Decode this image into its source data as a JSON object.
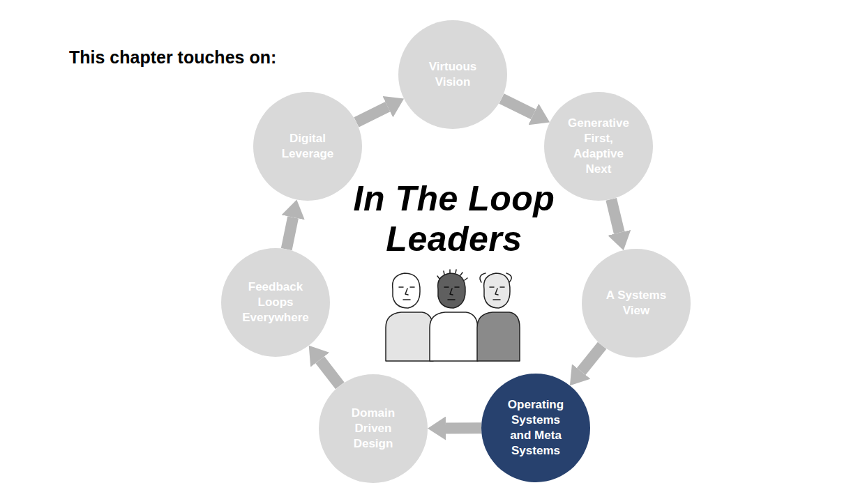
{
  "diagram": {
    "title": "This chapter touches on:",
    "nodes": [
      {
        "text": [
          "Virtuous Vision"
        ]
      },
      {
        "text": [
          "Generative First, Adaptive Next"
        ]
      },
      {
        "text": [
          "A Systems View"
        ]
      },
      {
        "text": [
          "Operating Systems and Meta Systems"
        ]
      },
      {
        "text": [
          "Domain Driven Design"
        ]
      },
      {
        "text": [
          "Feedback Loops Everywhere"
        ]
      },
      {
        "text": [
          "Digital Leverage"
        ]
      }
    ],
    "edges": [
      {
        "from": 0,
        "to": 1,
        "arrow": "to"
      },
      {
        "from": 1,
        "to": 2,
        "arrow": "to"
      },
      {
        "from": 2,
        "to": 3,
        "arrow": "to"
      },
      {
        "from": 3,
        "to": 4,
        "arrow": "to"
      },
      {
        "from": 4,
        "to": 5,
        "arrow": "to"
      },
      {
        "from": 5,
        "to": 6,
        "arrow": "to"
      },
      {
        "from": 6,
        "to": 0,
        "arrow": "to"
      }
    ],
    "labels": [
      "In The Loop Leaders"
    ]
  }
}
